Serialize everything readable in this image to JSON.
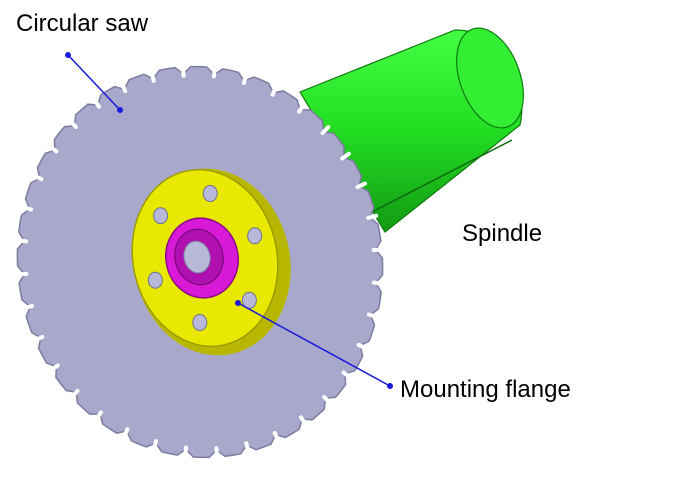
{
  "labels": {
    "circular_saw": "Circular saw",
    "spindle": "Spindle",
    "mounting_flange": "Mounting flange"
  },
  "colors": {
    "saw_blade": "#a8a8cc",
    "saw_edge": "#7c7ca0",
    "spindle": "#22dd22",
    "spindle_dark": "#15a815",
    "flange": "#e8e800",
    "flange_edge": "#9c9c00",
    "hub": "#d81ad8",
    "bolt": "#b8b8d8",
    "leader_line": "#1a1adc"
  },
  "blade": {
    "tooth_count": 36
  },
  "flange": {
    "bolt_count": 6
  },
  "icons": [
    "arrowhead-icon"
  ]
}
